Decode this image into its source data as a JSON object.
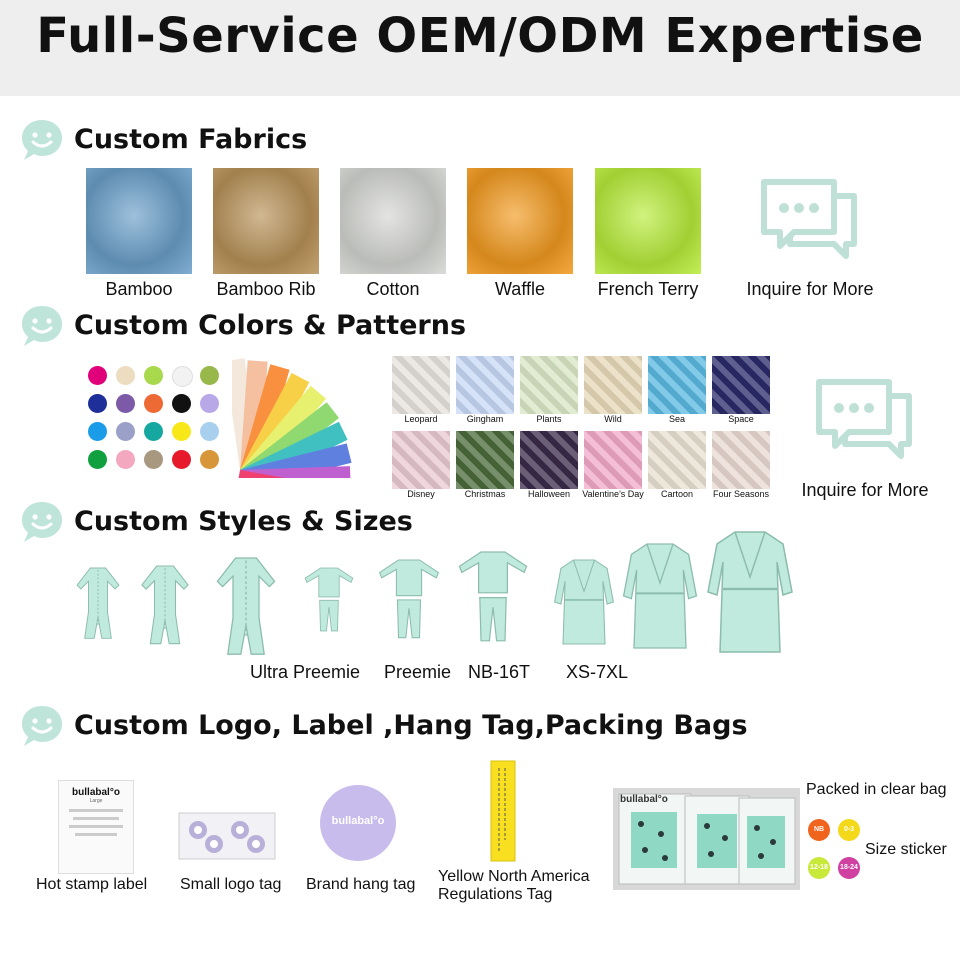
{
  "header": {
    "title": "Full-Service OEM/ODM Expertise"
  },
  "sections": {
    "fabrics": {
      "title": "Custom Fabrics",
      "items": [
        {
          "label": "Bamboo",
          "color": "#6a9fc9"
        },
        {
          "label": "Bamboo Rib",
          "color": "#b89258"
        },
        {
          "label": "Cotton",
          "color": "#d4d6d2"
        },
        {
          "label": "Waffle",
          "color": "#f29a1f"
        },
        {
          "label": "French Terry",
          "color": "#b8ec3a"
        }
      ],
      "inquire": "Inquire for More"
    },
    "colors": {
      "title": "Custom Colors & Patterns",
      "dots": [
        "#e0007a",
        "#ecdcc0",
        "#a8d84c",
        "#f2f2f2",
        "#98b84c",
        "#1f2f9a",
        "#7d5aa8",
        "#ee6a34",
        "#111111",
        "#b8a8e8",
        "#1a9ce8",
        "#9aa0c8",
        "#16a8a0",
        "#f8e81a",
        "#a8d0ee",
        "#10a040",
        "#f4a8c0",
        "#a89880",
        "#e61a2a",
        "#d8963a"
      ],
      "patterns": [
        {
          "label": "Leopard",
          "color": "#e6e2dc"
        },
        {
          "label": "Gingham",
          "color": "#c8d8f4"
        },
        {
          "label": "Plants",
          "color": "#d8e6c4"
        },
        {
          "label": "Wild",
          "color": "#e6d8b8"
        },
        {
          "label": "Sea",
          "color": "#5ab8e0"
        },
        {
          "label": "Space",
          "color": "#2a2a6a"
        },
        {
          "label": "Disney",
          "color": "#e8c8d0"
        },
        {
          "label": "Christmas",
          "color": "#4a6a3a"
        },
        {
          "label": "Halloween",
          "color": "#3a2a4a"
        },
        {
          "label": "Valentine's Day",
          "color": "#f0a8c8"
        },
        {
          "label": "Cartoon",
          "color": "#e8e0d0"
        },
        {
          "label": "Four Seasons",
          "color": "#e8d8d0"
        }
      ],
      "inquire": "Inquire for More"
    },
    "styles": {
      "title": "Custom Styles & Sizes",
      "sizes": [
        "Ultra Preemie",
        "Preemie",
        "NB-16T",
        "XS-7XL"
      ],
      "garment_color": "#bfeadd"
    },
    "logo": {
      "title": "Custom Logo, Label ,Hang Tag,Packing Bags",
      "hot_stamp": {
        "label": "Hot stamp label",
        "brand": "bullabal°o",
        "size": "Large"
      },
      "small_tag": {
        "label": "Small logo tag"
      },
      "hang_tag": {
        "label": "Brand hang tag",
        "brand": "bullabal°o"
      },
      "yellow_tag": {
        "label_line1": "Yellow North America",
        "label_line2": "Regulations Tag"
      },
      "bags": {
        "label": "Packed in clear bag",
        "brand": "bullabal°o"
      },
      "stickers": {
        "label": "Size sticker",
        "items": [
          {
            "text": "NB",
            "color": "#f0641e"
          },
          {
            "text": "0-3",
            "color": "#f4d81a"
          },
          {
            "text": "12-18",
            "color": "#c8e83a"
          },
          {
            "text": "18-24",
            "color": "#d040a0"
          }
        ]
      }
    }
  }
}
